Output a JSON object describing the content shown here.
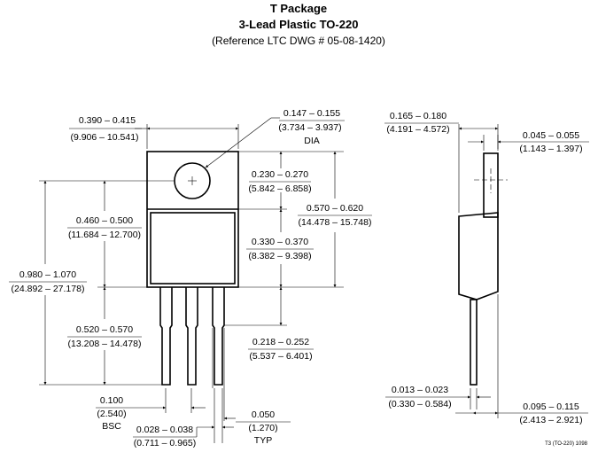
{
  "header": {
    "title": "T Package",
    "subtitle": "3-Lead Plastic TO-220",
    "reference": "(Reference LTC DWG # 05-08-1420)"
  },
  "front_view": {
    "width": {
      "in": "0.390 – 0.415",
      "mm": "(9.906 – 10.541)"
    },
    "hole_dia": {
      "in": "0.147 – 0.155",
      "mm": "(3.734 – 3.937)",
      "note": "DIA"
    },
    "tab_top": {
      "in": "0.230 – 0.270",
      "mm": "(5.842 – 6.858)"
    },
    "body_height": {
      "in": "0.570 – 0.620",
      "mm": "(14.478 – 15.748)"
    },
    "body_lower": {
      "in": "0.330 – 0.370",
      "mm": "(8.382 – 9.398)"
    },
    "hole_to_seat": {
      "in": "0.460 – 0.500",
      "mm": "(11.684 – 12.700)"
    },
    "overall": {
      "in": "0.980 – 1.070",
      "mm": "(24.892 – 27.178)"
    },
    "lead_length": {
      "in": "0.520 – 0.570",
      "mm": "(13.208 – 14.478)"
    },
    "lead_shoulder": {
      "in": "0.218 – 0.252",
      "mm": "(5.537 – 6.401)"
    },
    "lead_pitch": {
      "in": "0.100",
      "mm": "(2.540)",
      "note": "BSC"
    },
    "lead_width": {
      "in": "0.028 – 0.038",
      "mm": "(0.711 – 0.965)"
    },
    "lead_wide": {
      "in": "0.050",
      "mm": "(1.270)",
      "note": "TYP"
    }
  },
  "side_view": {
    "thickness": {
      "in": "0.165 – 0.180",
      "mm": "(4.191 – 4.572)"
    },
    "tab_thickness": {
      "in": "0.045 – 0.055",
      "mm": "(1.143 – 1.397)"
    },
    "lead_thickness": {
      "in": "0.013 – 0.023",
      "mm": "(0.330 – 0.584)"
    },
    "lead_offset": {
      "in": "0.095 – 0.115",
      "mm": "(2.413 – 2.921)"
    }
  },
  "footer": {
    "code": "T3 (TO-220) 1098"
  }
}
